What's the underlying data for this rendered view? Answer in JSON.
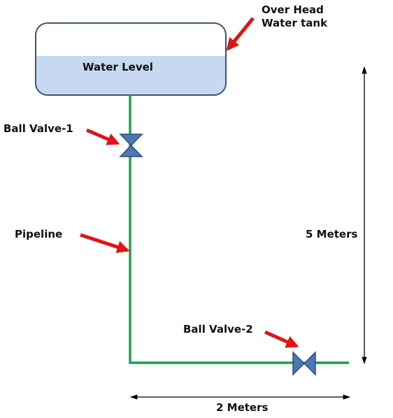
{
  "colors": {
    "tank_border": "#3a5674",
    "tank_fill": "#ffffff",
    "water_fill": "#c6d9f0",
    "pipe": "#1e9e4c",
    "valve_fill": "#4a78b5",
    "valve_border": "#2a4f80",
    "arrow": "#e31313",
    "dimension_line": "#000000"
  },
  "labels": {
    "tank_line1": "Over Head",
    "tank_line2": "Water tank",
    "water_level": "Water Level",
    "ball_valve_1": "Ball Valve-1",
    "pipeline": "Pipeline",
    "ball_valve_2": "Ball Valve-2",
    "height_dimension": "5 Meters",
    "width_dimension": "2 Meters"
  },
  "icons": {
    "pointer": "red-arrow-icon",
    "valve": "ball-valve-icon",
    "dimension": "double-headed-arrow-icon"
  }
}
